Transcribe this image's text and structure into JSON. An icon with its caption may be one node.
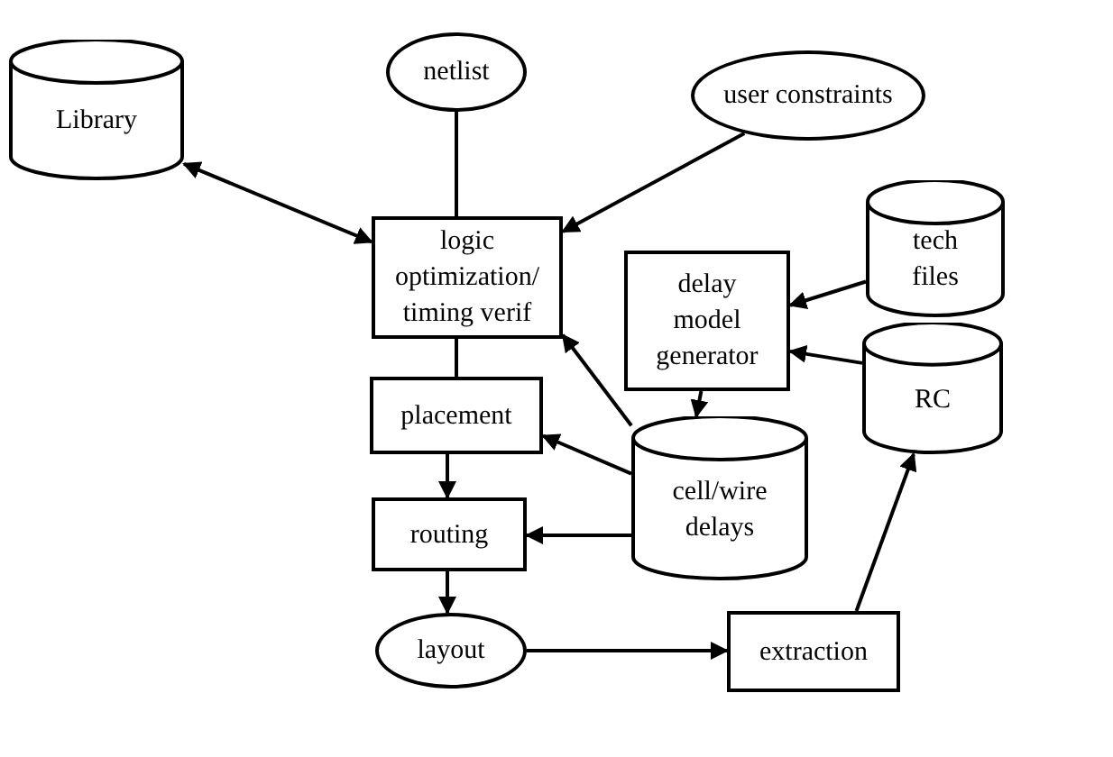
{
  "diagram": {
    "nodes": [
      {
        "text": [
          "Library"
        ]
      },
      {
        "text": [
          "netlist"
        ]
      },
      {
        "text": [
          "user constraints"
        ]
      },
      {
        "text": [
          "logic optimization/ timing verif"
        ]
      },
      {
        "text": [
          "tech files"
        ]
      },
      {
        "text": [
          "delay model generator"
        ]
      },
      {
        "text": [
          "placement"
        ]
      },
      {
        "text": [
          "RC"
        ]
      },
      {
        "text": [
          "cell/wire delays"
        ]
      },
      {
        "text": [
          "routing"
        ]
      },
      {
        "text": [
          "layout"
        ]
      },
      {
        "text": [
          "extraction"
        ]
      }
    ],
    "edges": [
      {
        "from": 0,
        "to": 3,
        "arrow": "both"
      },
      {
        "from": 1,
        "to": 3,
        "arrow": "none"
      },
      {
        "from": 2,
        "to": 3,
        "arrow": "to"
      },
      {
        "from": 3,
        "to": 6,
        "arrow": "none"
      },
      {
        "from": 4,
        "to": 5,
        "arrow": "to"
      },
      {
        "from": 7,
        "to": 5,
        "arrow": "to"
      },
      {
        "from": 5,
        "to": 8,
        "arrow": "to"
      },
      {
        "from": 8,
        "to": 3,
        "arrow": "to"
      },
      {
        "from": 8,
        "to": 6,
        "arrow": "to"
      },
      {
        "from": 8,
        "to": 9,
        "arrow": "to"
      },
      {
        "from": 6,
        "to": 9,
        "arrow": "to"
      },
      {
        "from": 9,
        "to": 10,
        "arrow": "to"
      },
      {
        "from": 10,
        "to": 11,
        "arrow": "to"
      },
      {
        "from": 11,
        "to": 7,
        "arrow": "to"
      }
    ]
  }
}
